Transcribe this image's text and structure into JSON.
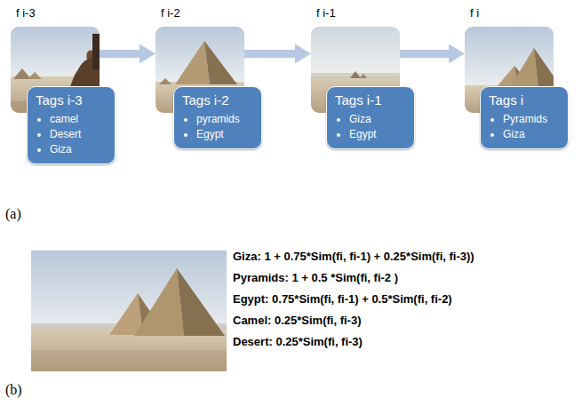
{
  "diagram": {
    "nodes": [
      {
        "text": [
          "f i-3"
        ]
      },
      {
        "text": [
          "Tags i-3",
          "camel",
          "Desert",
          "Giza"
        ],
        "in": 0
      },
      {
        "text": [
          "f i-2"
        ]
      },
      {
        "text": [
          "Tags i-2",
          "pyramids",
          "Egypt"
        ],
        "in": 2
      },
      {
        "text": [
          "f i-1"
        ]
      },
      {
        "text": [
          "Tags i-1",
          "Giza",
          "Egypt"
        ],
        "in": 4
      },
      {
        "text": [
          "f i"
        ]
      },
      {
        "text": [
          "Tags i",
          "Pyramids",
          "Giza"
        ],
        "in": 6
      }
    ],
    "edges": [
      {
        "from": 0,
        "to": 2,
        "arrow": "to"
      },
      {
        "from": 2,
        "to": 4,
        "arrow": "to"
      },
      {
        "from": 4,
        "to": 6,
        "arrow": "to"
      }
    ],
    "labels": [
      "(a)",
      "Giza: 1 + 0.75*Sim(fi, fi-1) + 0.25*Sim(fi, fi-3))",
      "Pyramids: 1 + 0.5 *Sim(fi, fi-2 )",
      "Egypt: 0.75*Sim(fi, fi-1) + 0.5*Sim(fi, fi-2)",
      "Camel: 0.25*Sim(fi, fi-3)",
      "Desert: 0.25*Sim(fi, fi-3)",
      "(b)"
    ]
  }
}
